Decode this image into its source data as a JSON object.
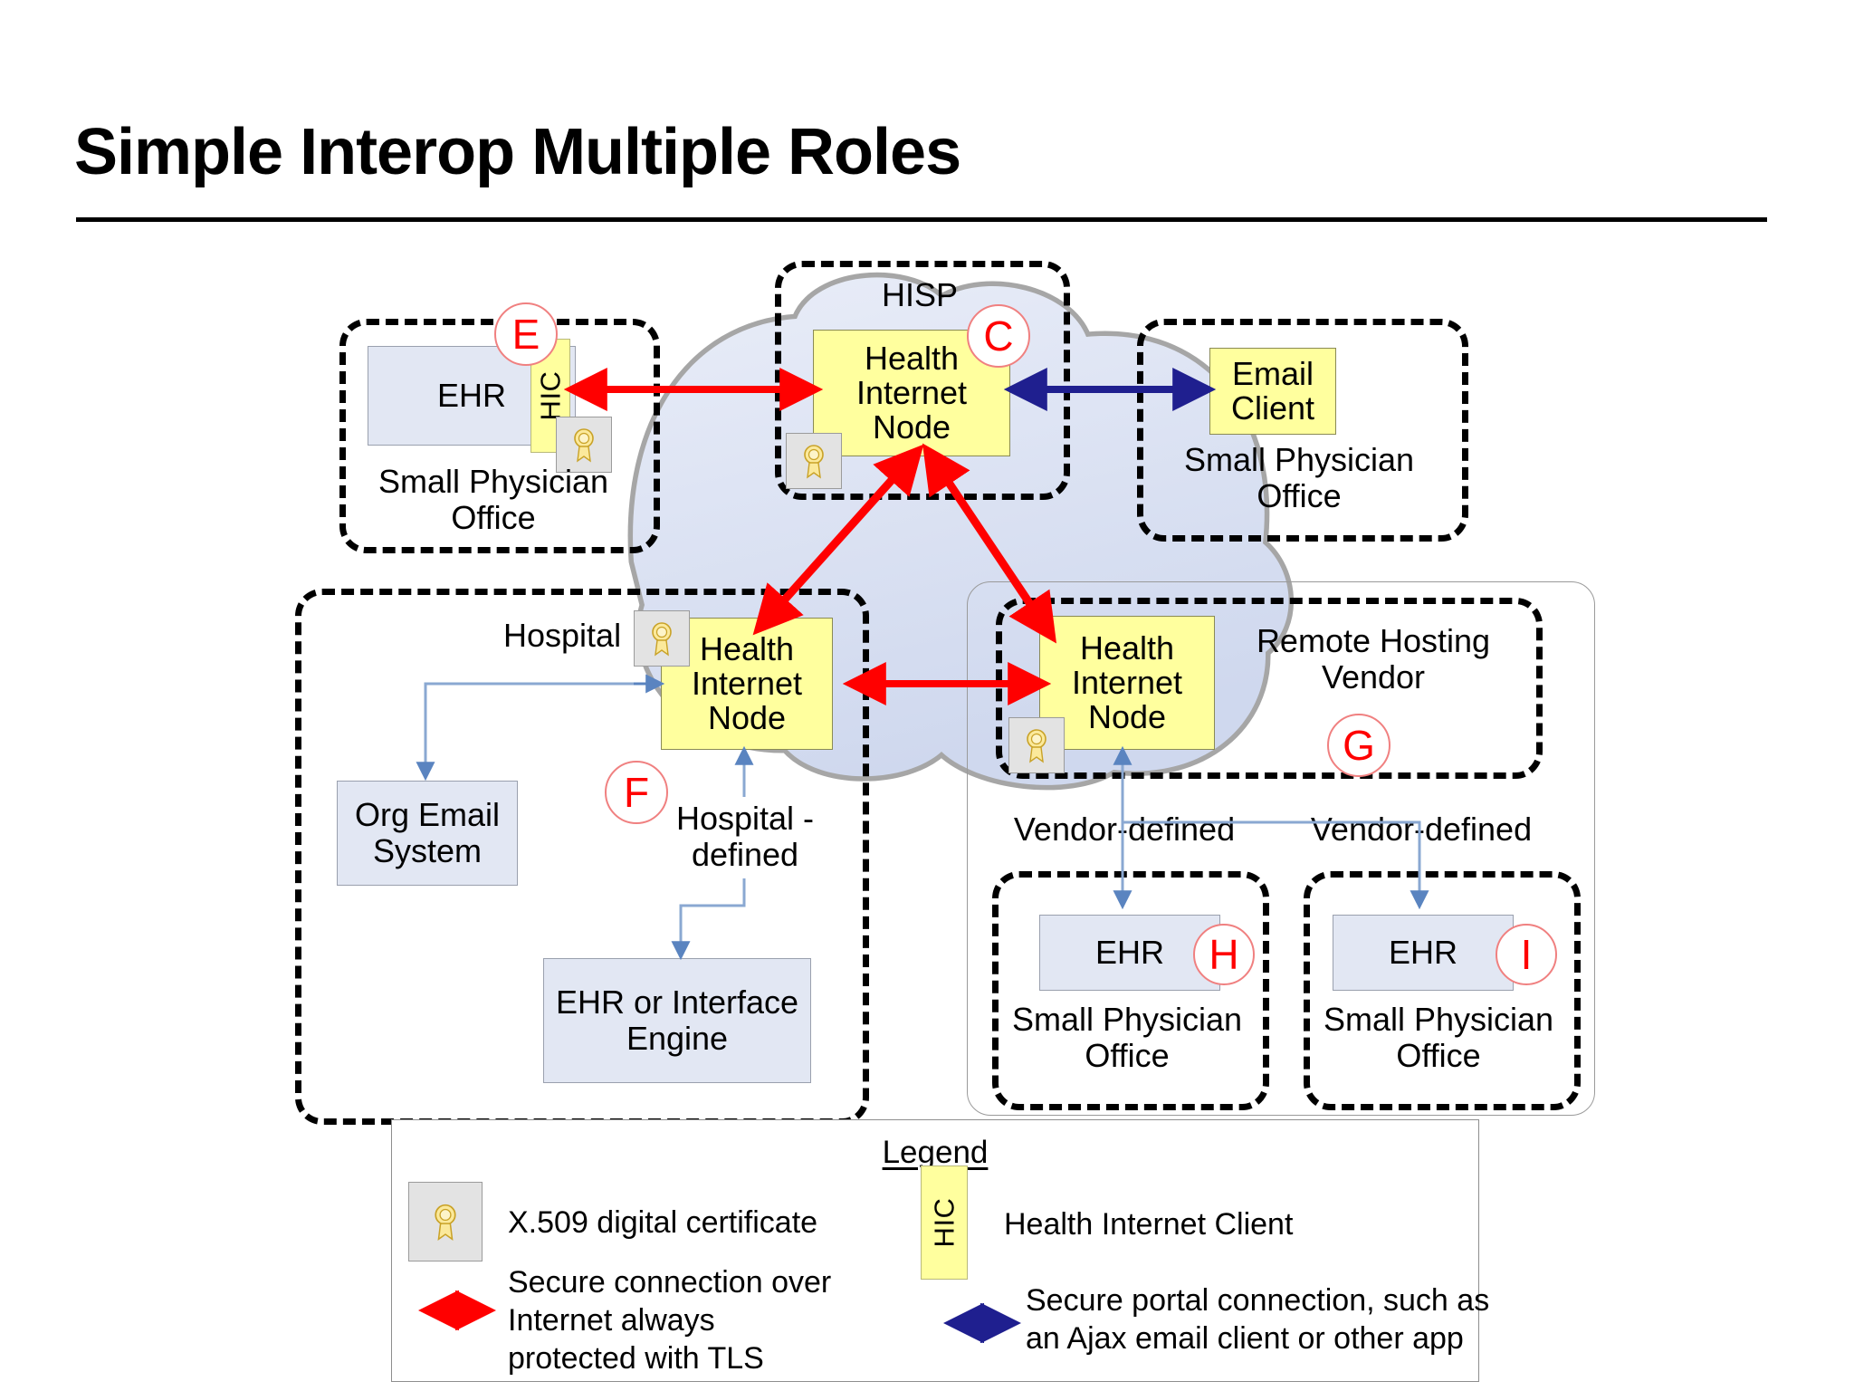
{
  "page": {
    "title": "Simple Interop Multiple Roles"
  },
  "palette": {
    "node_fill": "#FFFF9E",
    "grey_fill": "#E2E7F3",
    "badge_red": "#FF0000",
    "tls_arrow": "#FF0000",
    "portal_arrow": "#1F1F8F",
    "internal_arrow": "#5A84C0",
    "cloud_fill": "#DCE3F2",
    "cloud_edge": "#A6A6A6",
    "cert_fill": "#E3E3E3"
  },
  "diagram": {
    "hisp": {
      "label": "HISP",
      "node_label": "Health\nInternet\nNode",
      "badge": "C",
      "cert_icon": "x509-certificate-icon"
    },
    "office_left": {
      "org_label": "Small Physician\nOffice",
      "system_label": "EHR",
      "hic_label": "HIC",
      "badge": "E",
      "cert_icon": "x509-certificate-icon"
    },
    "office_right": {
      "org_label": "Small Physician\nOffice",
      "system_label": "Email\nClient"
    },
    "hospital": {
      "org_label": "Hospital",
      "node_label": "Health\nInternet\nNode",
      "badge": "F",
      "cert_icon": "x509-certificate-icon",
      "email_system_label": "Org Email\nSystem",
      "interface_label": "EHR or Interface\nEngine",
      "connector_label": "Hospital -\ndefined"
    },
    "vendor": {
      "org_label": "Remote Hosting\nVendor",
      "node_label": "Health\nInternet\nNode",
      "badge": "G",
      "cert_icon": "x509-certificate-icon",
      "connector_label_left": "Vendor-defined",
      "connector_label_right": "Vendor-defined",
      "office_h": {
        "system_label": "EHR",
        "org_label": "Small Physician\nOffice",
        "badge": "H"
      },
      "office_i": {
        "system_label": "EHR",
        "org_label": "Small Physician\nOffice",
        "badge": "I"
      }
    }
  },
  "legend": {
    "title": "Legend",
    "items": [
      {
        "icon": "x509-certificate-icon",
        "text": "X.509 digital certificate"
      },
      {
        "icon": "hic-strip-icon",
        "icon_label": "HIC",
        "text": "Health Internet Client"
      },
      {
        "icon": "red-double-arrow-icon",
        "text": "Secure connection over\nInternet always\nprotected with TLS"
      },
      {
        "icon": "blue-double-arrow-icon",
        "text": "Secure portal connection, such as\nan Ajax email client or other app"
      }
    ]
  }
}
